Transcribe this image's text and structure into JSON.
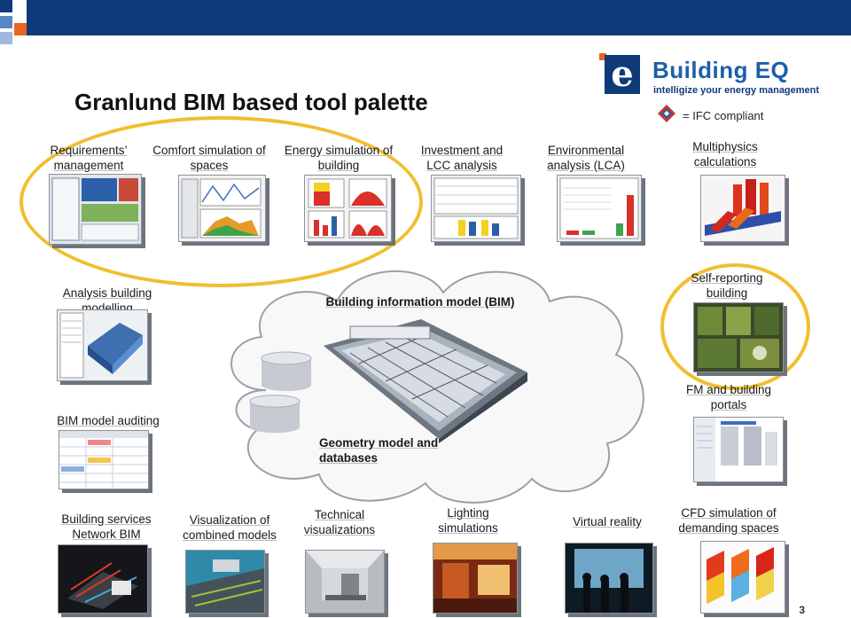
{
  "header": {
    "title": "Granlund BIM based tool palette",
    "brand_name": "Building EQ",
    "brand_tagline": "intelligize your energy management",
    "logo_letter": "e",
    "ifc_note": "= IFC compliant"
  },
  "top_row": [
    {
      "label": "Requirements’ management"
    },
    {
      "label": "Comfort simulation of spaces"
    },
    {
      "label": "Energy simulation of building"
    },
    {
      "label": "Investment and LCC analysis"
    },
    {
      "label": "Environmental analysis (LCA)"
    },
    {
      "label": "Multiphysics calculations"
    }
  ],
  "middle": {
    "analysis_modelling": "Analysis building modelling",
    "bim_center": "Building information model (BIM)",
    "self_reporting": "Self-reporting building",
    "bim_auditing": "BIM model auditing",
    "geometry_db": "Geometry model and databases",
    "fm_portals": "FM and building portals"
  },
  "bottom_row": [
    {
      "label": "Building services Network BIM"
    },
    {
      "label": "Visualization of combined models"
    },
    {
      "label": "Technical visualizations"
    },
    {
      "label": "Lighting simulations"
    },
    {
      "label": "Virtual reality"
    },
    {
      "label": "CFD simulation of demanding spaces"
    }
  ],
  "page_number": "3",
  "colors": {
    "brand_navy": "#0f3a7a",
    "brand_blue": "#1d5fa8",
    "accent_orange": "#e8661f",
    "highlight_yellow": "#f2be2e"
  }
}
